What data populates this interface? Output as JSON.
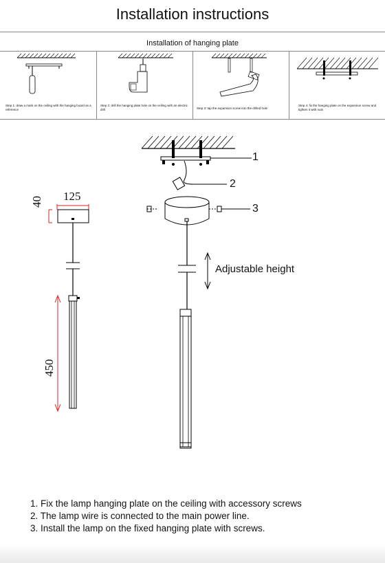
{
  "title": "Installation instructions",
  "section": {
    "title": "Installation of hanging plate",
    "steps": [
      {
        "text": "Step 1: draw a mark on the ceiling with the hanging board as a reference"
      },
      {
        "text": "Step 2: drill the hanging plate hole on the ceiling with an electric drill"
      },
      {
        "text": "Step 3: tap the expansion screw into the drilled hole"
      },
      {
        "text": "Step 4: fix the hanging plate on the expansion screw and tighten it with nuts"
      }
    ]
  },
  "dimensions": {
    "width": "125",
    "height": "40",
    "length": "450"
  },
  "callouts": [
    "1",
    "2",
    "3"
  ],
  "adjustable_label": "Adjustable height",
  "notes": [
    "1. Fix the lamp hanging plate on the ceiling with accessory screws",
    "2. The lamp wire is connected to the main power line.",
    "3. Install the lamp on the fixed hanging plate with screws."
  ]
}
